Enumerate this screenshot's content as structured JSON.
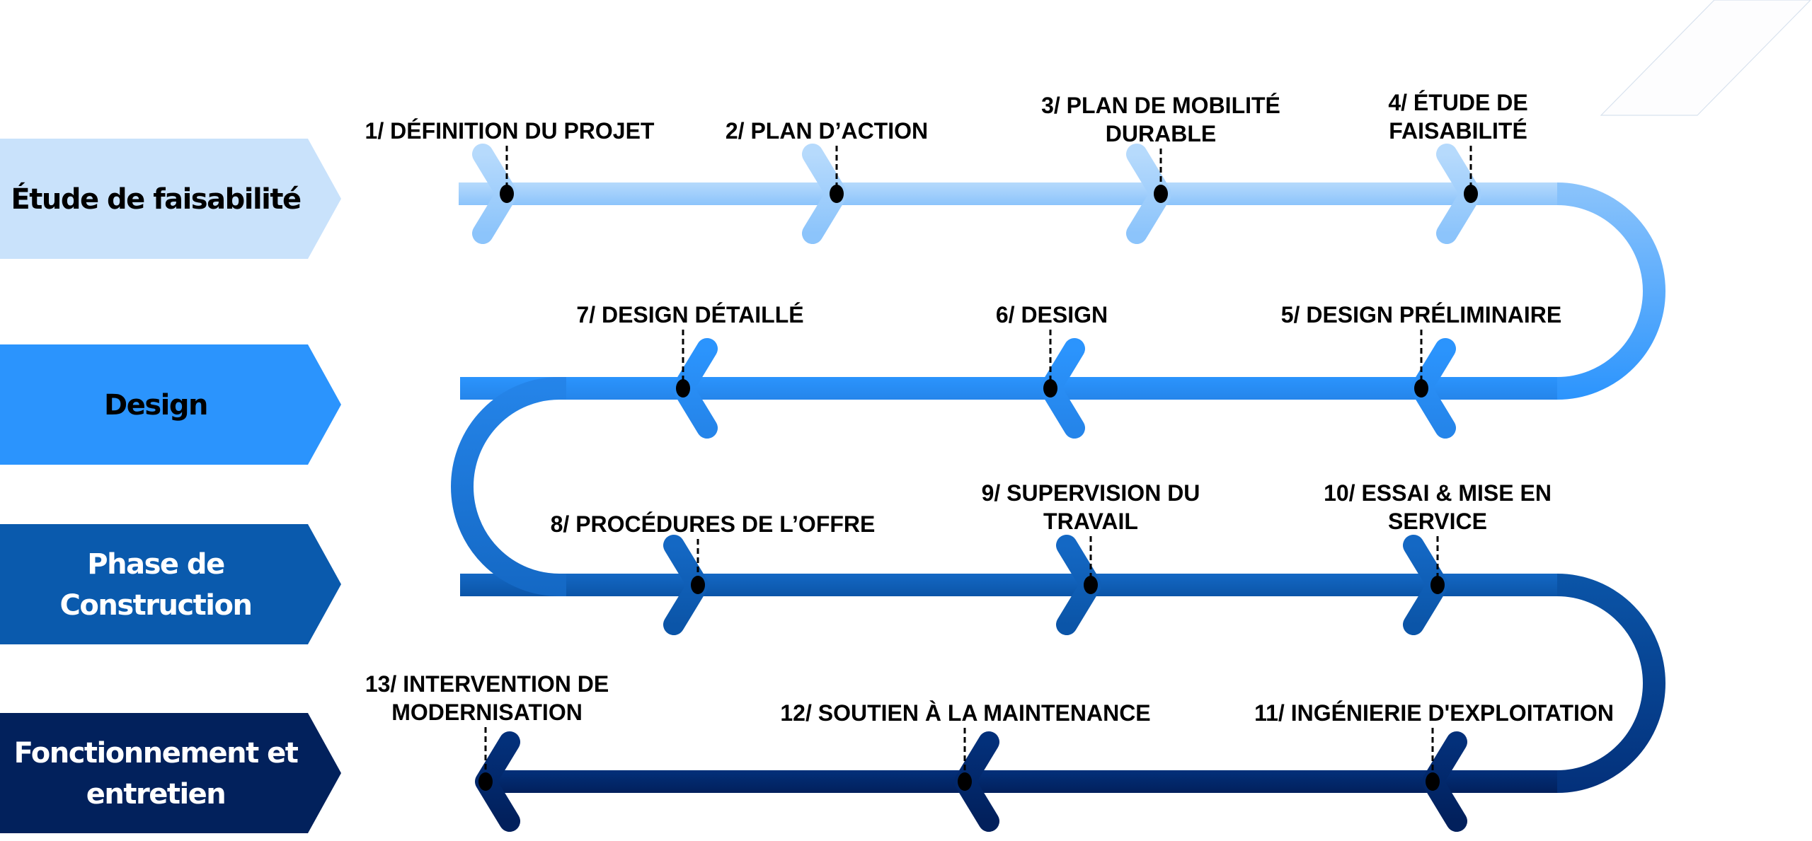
{
  "phases": [
    {
      "label_lines": [
        "Étude de faisabilité"
      ],
      "fill": "#c9e2fb",
      "text_color": "#000000"
    },
    {
      "label_lines": [
        "Design"
      ],
      "fill": "#2b94fd",
      "text_color": "#000000"
    },
    {
      "label_lines": [
        "Phase de",
        "Construction"
      ],
      "fill": "#0a5aad",
      "text_color": "#ffffff"
    },
    {
      "label_lines": [
        "Fonctionnement et",
        "entretien"
      ],
      "fill": "#02215c",
      "text_color": "#ffffff"
    }
  ],
  "rows": [
    {
      "direction": "right",
      "color_top": "#b6dafc",
      "color_bottom": "#8cc4fb"
    },
    {
      "direction": "left",
      "color_top": "#2b94fd",
      "color_bottom": "#2585ea"
    },
    {
      "direction": "right",
      "color_top": "#1468c4",
      "color_bottom": "#0b55a8"
    },
    {
      "direction": "left",
      "color_top": "#03307a",
      "color_bottom": "#02205c"
    }
  ],
  "steps": [
    {
      "number": "1",
      "label_lines": [
        "1/ DÉFINITION DU PROJET"
      ],
      "row": 0
    },
    {
      "number": "2",
      "label_lines": [
        "2/ PLAN D’ACTION"
      ],
      "row": 0
    },
    {
      "number": "3",
      "label_lines": [
        "3/ PLAN DE MOBILITÉ",
        "DURABLE"
      ],
      "row": 0
    },
    {
      "number": "4",
      "label_lines": [
        "4/ ÉTUDE DE",
        "FAISABILITÉ"
      ],
      "row": 0
    },
    {
      "number": "5",
      "label_lines": [
        "5/ DESIGN PRÉLIMINAIRE"
      ],
      "row": 1
    },
    {
      "number": "6",
      "label_lines": [
        "6/ DESIGN"
      ],
      "row": 1
    },
    {
      "number": "7",
      "label_lines": [
        "7/ DESIGN DÉTAILLÉ"
      ],
      "row": 1
    },
    {
      "number": "8",
      "label_lines": [
        "8/ PROCÉDURES DE L’OFFRE"
      ],
      "row": 2
    },
    {
      "number": "9",
      "label_lines": [
        "9/ SUPERVISION DU",
        "TRAVAIL"
      ],
      "row": 2
    },
    {
      "number": "10",
      "label_lines": [
        "10/ ESSAI & MISE EN",
        "SERVICE"
      ],
      "row": 2
    },
    {
      "number": "11",
      "label_lines": [
        "11/ INGÉNIERIE D'EXPLOITATION"
      ],
      "row": 3
    },
    {
      "number": "12",
      "label_lines": [
        "12/ SOUTIEN À LA MAINTENANCE"
      ],
      "row": 3
    },
    {
      "number": "13",
      "label_lines": [
        "13/ INTERVENTION DE",
        "MODERNISATION"
      ],
      "row": 3
    }
  ],
  "icons": {
    "marker": "milestone-dot-icon",
    "chevron": "chevron-arrow-icon"
  }
}
